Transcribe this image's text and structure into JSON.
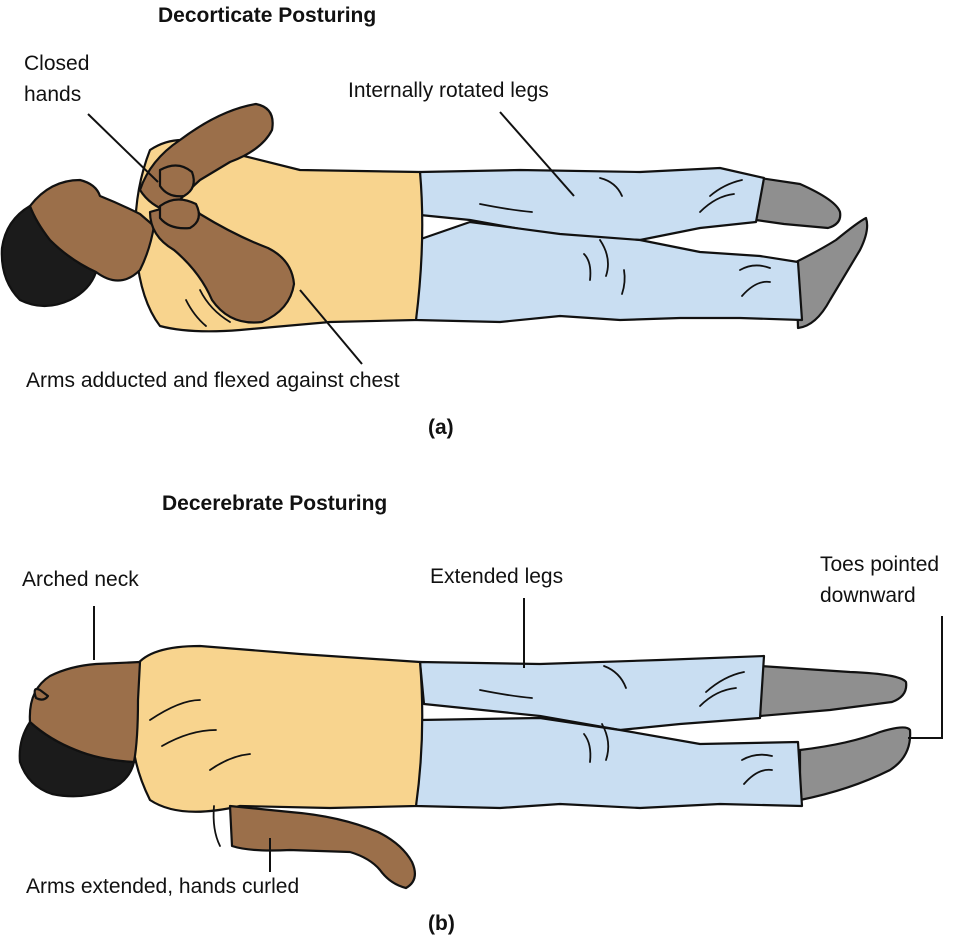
{
  "colors": {
    "skin": "#9b6f4a",
    "hair": "#1b1b1b",
    "shirt": "#f8d48e",
    "pants": "#c9def2",
    "socks": "#8f8f8f",
    "line": "#111111"
  },
  "panel_a": {
    "title": "Decorticate Posturing",
    "label_closed_hands_1": "Closed",
    "label_closed_hands_2": "hands",
    "label_legs": "Internally rotated legs",
    "label_arms": "Arms adducted and flexed against chest",
    "panel_label": "(a)"
  },
  "panel_b": {
    "title": "Decerebrate Posturing",
    "label_neck": "Arched neck",
    "label_legs": "Extended legs",
    "label_toes_1": "Toes pointed",
    "label_toes_2": "downward",
    "label_arms": "Arms extended, hands curled",
    "panel_label": "(b)"
  }
}
